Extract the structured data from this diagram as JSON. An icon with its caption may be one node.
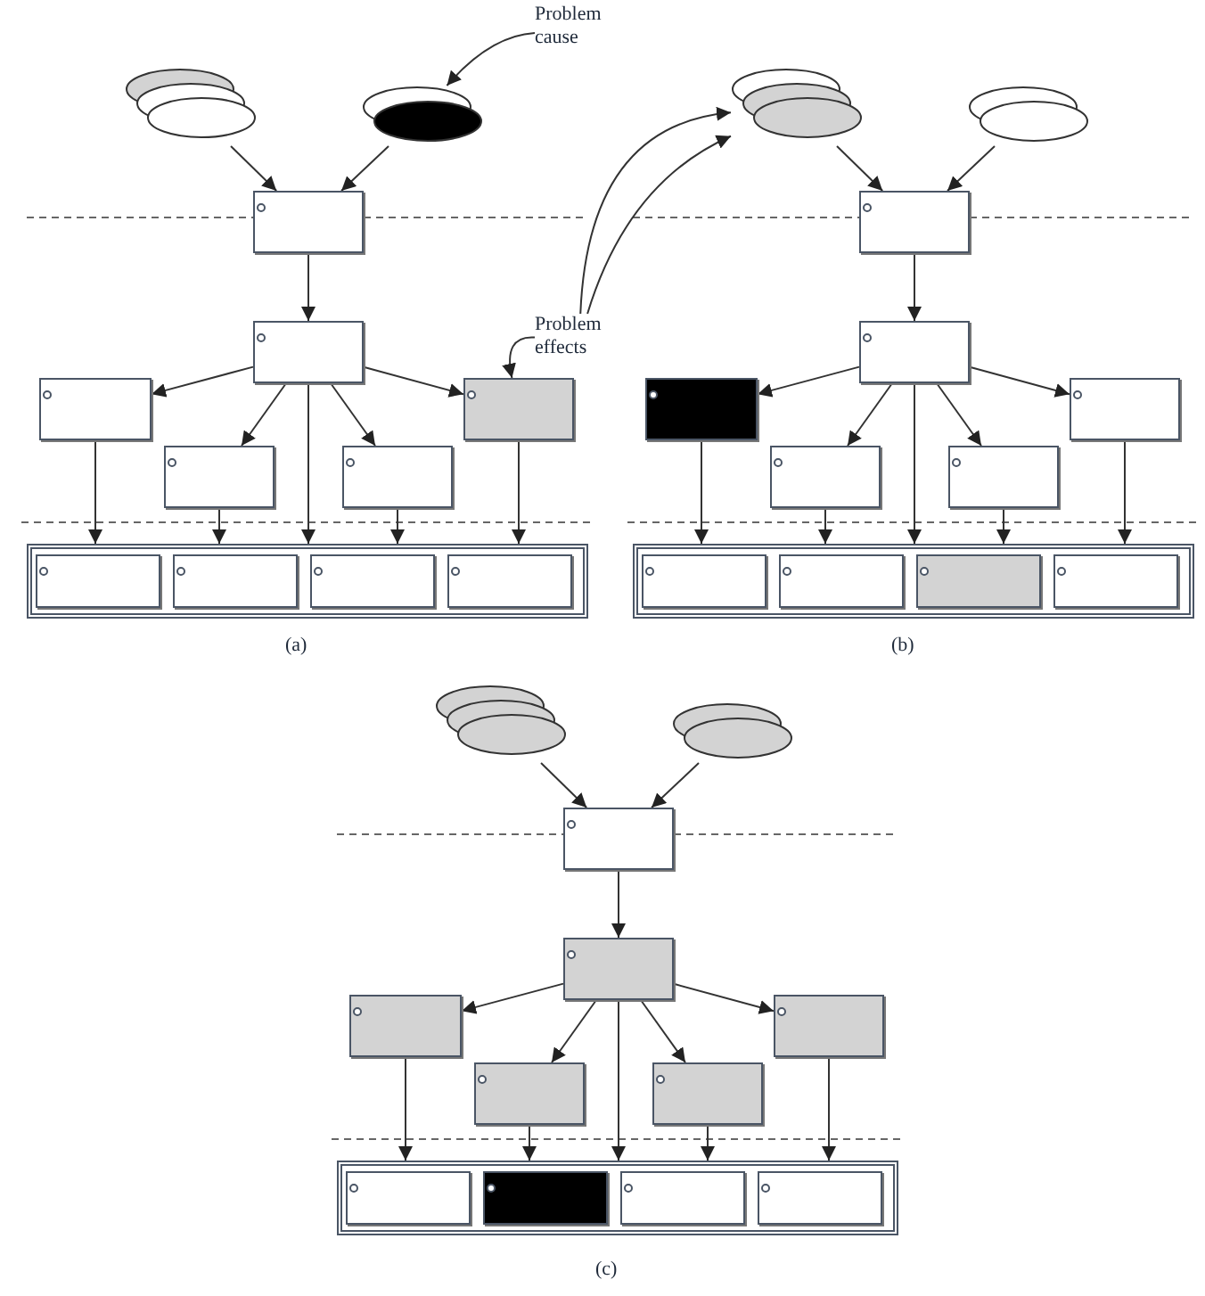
{
  "diagram": {
    "nodes": [
      {
        "text": [
          "Problem cause"
        ]
      },
      {
        "text": [
          "Problem effects"
        ]
      },
      {
        "text": [],
        "shape": "ellipse"
      },
      {
        "text": [],
        "shape": "ellipse"
      },
      {
        "text": [],
        "shape": "box"
      },
      {
        "text": [],
        "shape": "box"
      },
      {
        "text": [],
        "shape": "box"
      },
      {
        "text": [],
        "shape": "box"
      },
      {
        "text": [],
        "shape": "box"
      },
      {
        "text": [],
        "shape": "box"
      },
      {
        "text": [],
        "shape": "box"
      },
      {
        "text": [],
        "shape": "box",
        "in": 10
      },
      {
        "text": [],
        "shape": "box",
        "in": 10
      },
      {
        "text": [],
        "shape": "box",
        "in": 10
      },
      {
        "text": [],
        "shape": "box",
        "in": 10
      },
      {
        "text": [],
        "shape": "ellipse"
      },
      {
        "text": [],
        "shape": "ellipse"
      },
      {
        "text": [],
        "shape": "box"
      },
      {
        "text": [],
        "shape": "box"
      },
      {
        "text": [],
        "shape": "box"
      },
      {
        "text": [],
        "shape": "box"
      },
      {
        "text": [],
        "shape": "box"
      },
      {
        "text": [],
        "shape": "box"
      },
      {
        "text": [],
        "shape": "box"
      },
      {
        "text": [],
        "shape": "box",
        "in": 23
      },
      {
        "text": [],
        "shape": "box",
        "in": 23
      },
      {
        "text": [],
        "shape": "box",
        "in": 23
      },
      {
        "text": [],
        "shape": "box",
        "in": 23
      },
      {
        "text": [],
        "shape": "ellipse"
      },
      {
        "text": [],
        "shape": "ellipse"
      },
      {
        "text": [],
        "shape": "box"
      },
      {
        "text": [],
        "shape": "box"
      },
      {
        "text": [],
        "shape": "box"
      },
      {
        "text": [],
        "shape": "box"
      },
      {
        "text": [],
        "shape": "box"
      },
      {
        "text": [],
        "shape": "box"
      },
      {
        "text": [],
        "shape": "box"
      },
      {
        "text": [],
        "shape": "box",
        "in": 36
      },
      {
        "text": [],
        "shape": "box",
        "in": 36
      },
      {
        "text": [],
        "shape": "box",
        "in": 36
      },
      {
        "text": [],
        "shape": "box",
        "in": 36
      }
    ],
    "edges": [
      {
        "from": 0,
        "to": 3,
        "arrow": "to"
      },
      {
        "from": 1,
        "to": 9,
        "arrow": "to"
      },
      {
        "from": 1,
        "to": 15,
        "arrow": "to"
      },
      {
        "from": 1,
        "to": 15,
        "arrow": "to"
      },
      {
        "from": 2,
        "to": 4,
        "arrow": "to"
      },
      {
        "from": 3,
        "to": 4,
        "arrow": "to"
      },
      {
        "from": 4,
        "to": 5,
        "arrow": "to"
      },
      {
        "from": 5,
        "to": 6,
        "arrow": "to"
      },
      {
        "from": 5,
        "to": 7,
        "arrow": "to"
      },
      {
        "from": 5,
        "to": 8,
        "arrow": "to"
      },
      {
        "from": 5,
        "to": 9,
        "arrow": "to"
      },
      {
        "from": 5,
        "to": 10,
        "arrow": "to"
      },
      {
        "from": 6,
        "to": 10,
        "arrow": "to"
      },
      {
        "from": 7,
        "to": 10,
        "arrow": "to"
      },
      {
        "from": 8,
        "to": 10,
        "arrow": "to"
      },
      {
        "from": 9,
        "to": 10,
        "arrow": "to"
      },
      {
        "from": 15,
        "to": 17,
        "arrow": "to"
      },
      {
        "from": 16,
        "to": 17,
        "arrow": "to"
      },
      {
        "from": 17,
        "to": 18,
        "arrow": "to"
      },
      {
        "from": 18,
        "to": 19,
        "arrow": "to"
      },
      {
        "from": 18,
        "to": 20,
        "arrow": "to"
      },
      {
        "from": 18,
        "to": 21,
        "arrow": "to"
      },
      {
        "from": 18,
        "to": 22,
        "arrow": "to"
      },
      {
        "from": 18,
        "to": 23,
        "arrow": "to"
      },
      {
        "from": 19,
        "to": 23,
        "arrow": "to"
      },
      {
        "from": 20,
        "to": 23,
        "arrow": "to"
      },
      {
        "from": 21,
        "to": 23,
        "arrow": "to"
      },
      {
        "from": 22,
        "to": 23,
        "arrow": "to"
      },
      {
        "from": 28,
        "to": 30,
        "arrow": "to"
      },
      {
        "from": 29,
        "to": 30,
        "arrow": "to"
      },
      {
        "from": 30,
        "to": 31,
        "arrow": "to"
      },
      {
        "from": 31,
        "to": 32,
        "arrow": "to"
      },
      {
        "from": 31,
        "to": 33,
        "arrow": "to"
      },
      {
        "from": 31,
        "to": 34,
        "arrow": "to"
      },
      {
        "from": 31,
        "to": 35,
        "arrow": "to"
      },
      {
        "from": 31,
        "to": 36,
        "arrow": "to"
      },
      {
        "from": 32,
        "to": 36,
        "arrow": "to"
      },
      {
        "from": 33,
        "to": 36,
        "arrow": "to"
      },
      {
        "from": 34,
        "to": 36,
        "arrow": "to"
      },
      {
        "from": 35,
        "to": 36,
        "arrow": "to"
      }
    ],
    "labels": [
      "(a)",
      "(b)",
      "(c)"
    ]
  }
}
